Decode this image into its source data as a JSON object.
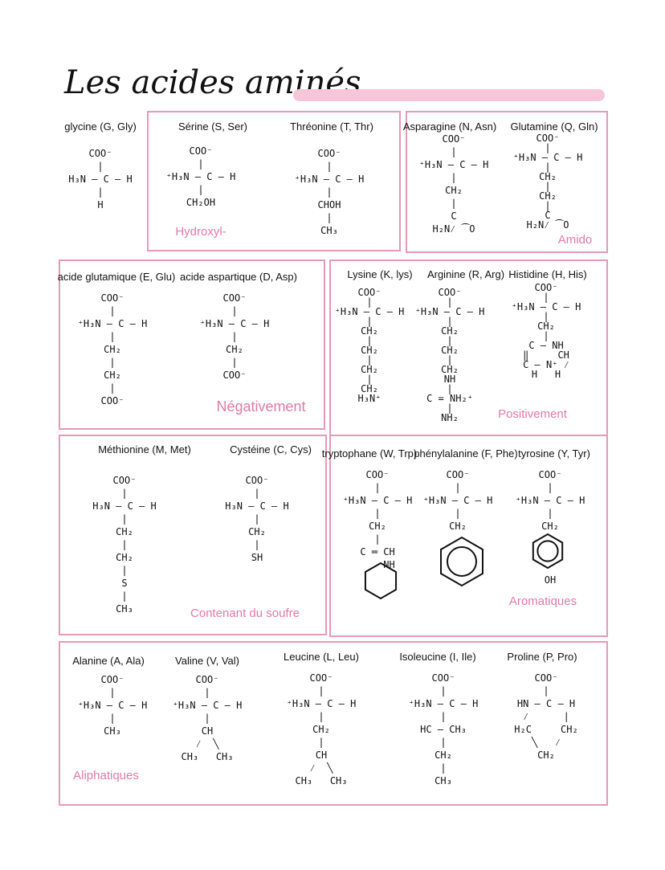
{
  "title": "Les acides aminés",
  "accent_color": "#e59ab5",
  "categories": {
    "hydroxyl": "Hydroxyl-",
    "amido": "Amido",
    "negative": "Négativement",
    "positive": "Positivement",
    "sulfur": "Contenant du soufre",
    "aromatic": "Aromatiques",
    "aliphatic": "Aliphatiques"
  },
  "amino_acids": [
    {
      "name": "glycine (G, Gly)",
      "lines": [
        "COO⁻",
        "|",
        "H₃N — C — H",
        "|",
        "H"
      ]
    },
    {
      "name": "Sérine (S, Ser)",
      "lines": [
        "COO⁻",
        "|",
        "⁺H₃N — C — H",
        "|",
        "CH₂OH"
      ]
    },
    {
      "name": "Thréonine (T, Thr)",
      "lines": [
        "COO⁻",
        "|",
        "⁺H₃N — C — H",
        "|",
        "CHOH",
        "|",
        "CH₃"
      ]
    },
    {
      "name": "Asparagine (N, Asn)",
      "lines": [
        "COO⁻",
        "|",
        "⁺H₃N — C — H",
        "|",
        "CH₂",
        "|",
        "C",
        "H₂N⁄ ⁀O"
      ]
    },
    {
      "name": "Glutamine (Q, Gln)",
      "lines": [
        "COO⁻",
        "|",
        "⁺H₃N — C — H",
        "|",
        "CH₂",
        "|",
        "CH₂",
        "|",
        "C",
        "H₂N⁄ ⁀O"
      ]
    },
    {
      "name": "acide glutamique (E, Glu)",
      "lines": [
        "COO⁻",
        "|",
        "⁺H₃N — C — H",
        "|",
        "CH₂",
        "|",
        "CH₂",
        "|",
        "COO⁻"
      ]
    },
    {
      "name": "acide aspartique (D, Asp)",
      "lines": [
        "COO⁻",
        "|",
        "⁺H₃N — C — H",
        "|",
        "CH₂",
        "|",
        "COO⁻"
      ]
    },
    {
      "name": "Lysine (K, lys)",
      "lines": [
        "COO⁻",
        "|",
        "⁺H₃N — C — H",
        "|",
        "CH₂",
        "|",
        "CH₂",
        "|",
        "CH₂",
        "|",
        "CH₂",
        "H₃N⁺"
      ]
    },
    {
      "name": "Arginine (R, Arg)",
      "lines": [
        "COO⁻",
        "|",
        "⁺H₃N — C — H",
        "|",
        "CH₂",
        "|",
        "CH₂",
        "|",
        "CH₂",
        "NH",
        "|",
        "C = NH₂⁺",
        "|",
        "NH₂"
      ]
    },
    {
      "name": "Histidine (H, His)",
      "lines": [
        "COO⁻",
        "|",
        "⁺H₃N — C — H",
        "|",
        "CH₂",
        "|",
        "C — NH",
        "‖     CH",
        "C — N⁺ ⁄",
        "H   H"
      ]
    },
    {
      "name": "Méthionine (M, Met)",
      "lines": [
        "COO⁻",
        "|",
        "H₃N — C — H",
        "|",
        "CH₂",
        "|",
        "CH₂",
        "|",
        "S",
        "|",
        "CH₃"
      ]
    },
    {
      "name": "Cystéine (C, Cys)",
      "lines": [
        "COO⁻",
        "|",
        "H₃N — C — H",
        "|",
        "CH₂",
        "|",
        "SH"
      ]
    },
    {
      "name": "tryptophane (W, Trp)",
      "lines": [
        "COO⁻",
        "|",
        "⁺H₃N — C — H",
        "|",
        "CH₂",
        "|",
        "C ═ CH",
        "    NH"
      ]
    },
    {
      "name": "phénylalanine (F, Phe)",
      "lines": [
        "COO⁻",
        "|",
        "⁺H₃N — C — H",
        "|",
        "CH₂"
      ]
    },
    {
      "name": "tyrosine (Y, Tyr)",
      "lines": [
        "COO⁻",
        "|",
        "⁺H₃N — C — H",
        "|",
        "CH₂"
      ],
      "extra": "OH"
    },
    {
      "name": "Alanine (A, Ala)",
      "lines": [
        "COO⁻",
        "|",
        "⁺H₃N — C — H",
        "|",
        "CH₃"
      ]
    },
    {
      "name": "Valine (V, Val)",
      "lines": [
        "COO⁻",
        "|",
        "⁺H₃N — C — H",
        "|",
        "CH",
        "⁄  ╲",
        "CH₃   CH₃"
      ]
    },
    {
      "name": "Leucine (L, Leu)",
      "lines": [
        "COO⁻",
        "|",
        "⁺H₃N — C — H",
        "|",
        "CH₂",
        "|",
        "CH",
        "⁄  ╲",
        "CH₃   CH₃"
      ]
    },
    {
      "name": "Isoleucine (I, Ile)",
      "lines": [
        "COO⁻",
        "|",
        "⁺H₃N — C — H",
        "|",
        "HC — CH₃",
        "|",
        "CH₂",
        "|",
        "CH₃"
      ]
    },
    {
      "name": "Proline (P, Pro)",
      "lines": [
        "COO⁻",
        "|",
        "HN — C — H",
        "⁄      |",
        "H₂C     CH₂",
        "╲   ⁄",
        "CH₂"
      ]
    }
  ]
}
